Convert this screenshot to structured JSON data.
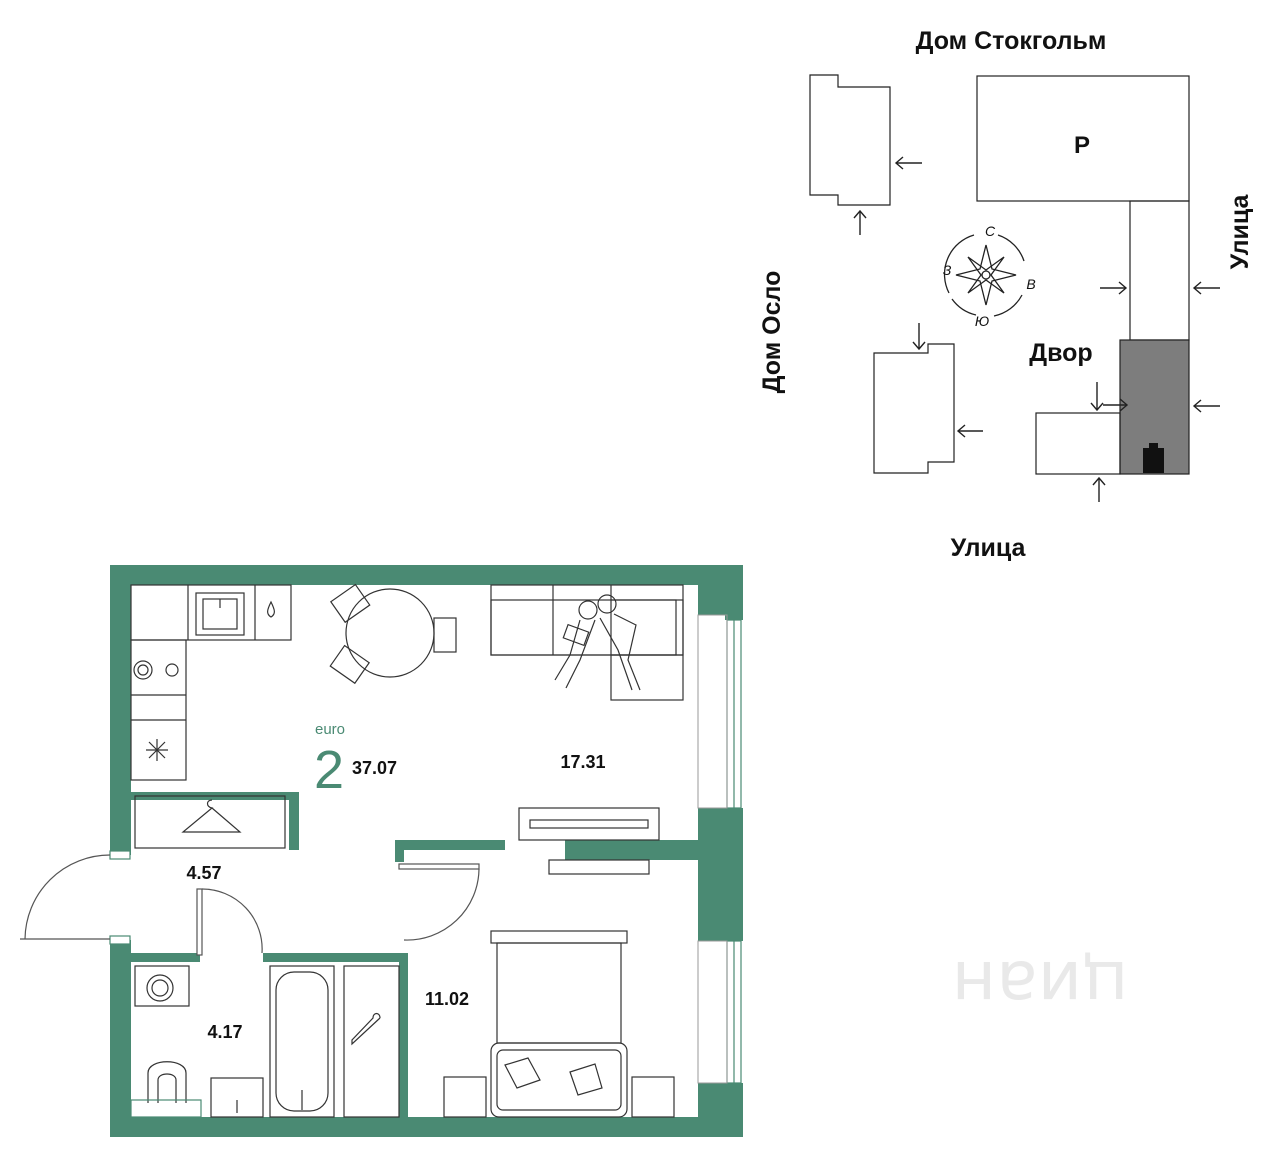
{
  "site_plan": {
    "house_top_label": "Дом Стокгольм",
    "house_left_label": "Дом Осло",
    "street_right_label": "Улица",
    "street_bottom_label": "Улица",
    "yard_label": "Двор",
    "parking_label": "P",
    "compass": {
      "north": "С",
      "west": "З",
      "east": "В",
      "south": "Ю"
    }
  },
  "plan": {
    "badge_prefix": "euro",
    "rooms_count": "2",
    "total_area": "37.07",
    "areas": {
      "living": "17.31",
      "hall": "4.57",
      "bathroom": "4.17",
      "bedroom": "11.02"
    },
    "wall_color": "#4a8a73"
  },
  "watermark": "циан"
}
